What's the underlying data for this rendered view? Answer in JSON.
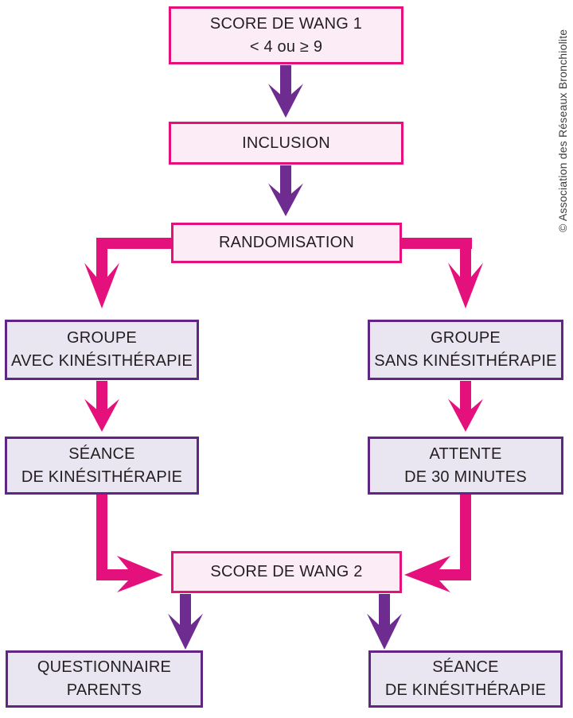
{
  "title": "Protocole bronchiolite - organigramme",
  "colors": {
    "pink": "#e4107c",
    "pink-bg": "#fcecf6",
    "purple": "#5f2684",
    "purple-arrow": "#6f2c90",
    "purple-bg": "#e9e5f1",
    "text": "#231f20",
    "credit": "#3c3c3b"
  },
  "nodes": {
    "wang1": {
      "line1": "SCORE DE WANG 1",
      "line2": "< 4 ou ≥ 9"
    },
    "inclusion": {
      "line1": "INCLUSION"
    },
    "randomisation": {
      "line1": "RANDOMISATION"
    },
    "groupe_avec": {
      "line1": "GROUPE",
      "line2": "AVEC KINÉSITHÉRAPIE"
    },
    "groupe_sans": {
      "line1": "GROUPE",
      "line2": "SANS KINÉSITHÉRAPIE"
    },
    "seance1": {
      "line1": "SÉANCE",
      "line2": "DE KINÉSITHÉRAPIE"
    },
    "attente": {
      "line1": "ATTENTE",
      "line2": "DE 30 MINUTES"
    },
    "wang2": {
      "line1": "SCORE DE WANG 2"
    },
    "questionnaire": {
      "line1": "QUESTIONNAIRE",
      "line2": "PARENTS"
    },
    "seance2": {
      "line1": "SÉANCE",
      "line2": "DE KINÉSITHÉRAPIE"
    }
  },
  "credit": "© Association des Réseaux Bronchiolite"
}
